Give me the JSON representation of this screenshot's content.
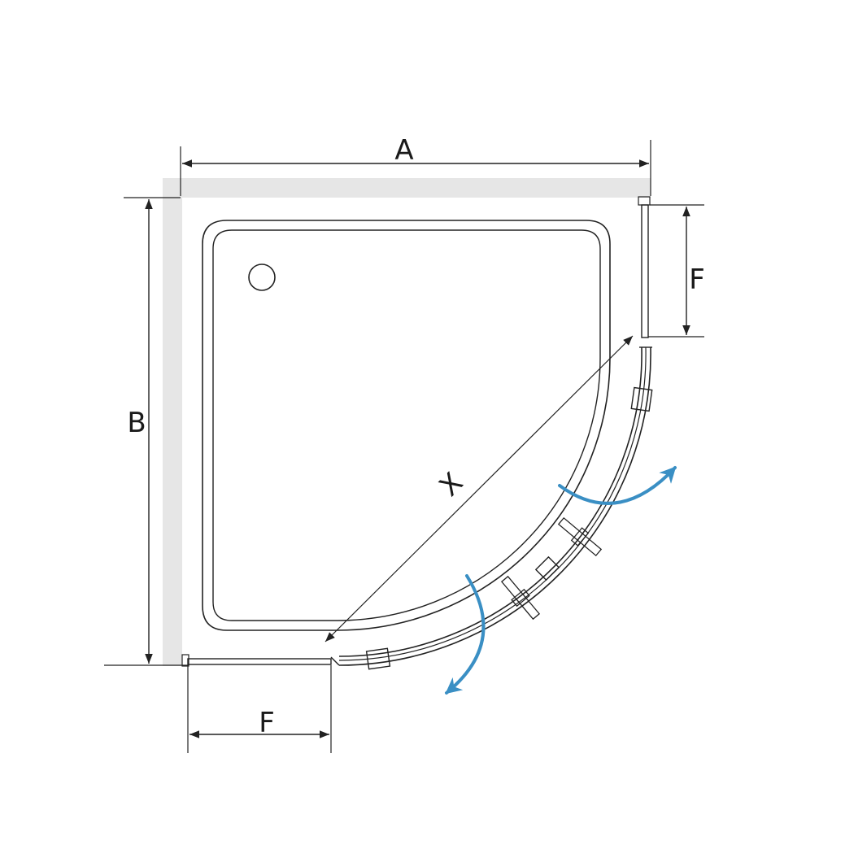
{
  "dimensions": {
    "width_label": "A",
    "depth_label": "B",
    "diagonal_label": "X",
    "side_panel_label_right": "F",
    "side_panel_label_bottom": "F"
  },
  "colors": {
    "wall": "#e6e6e6",
    "outline": "#222222",
    "arrow_accent": "#3a8fc4"
  },
  "icons": {
    "drain": "circle",
    "door_swing": "curved-double-arrow"
  }
}
